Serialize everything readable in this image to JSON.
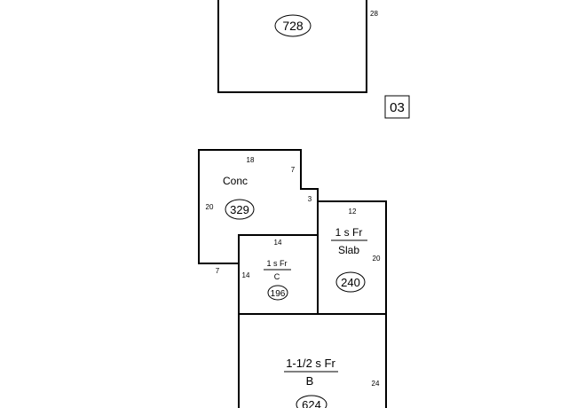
{
  "page_number": "03",
  "sections": [
    {
      "id": "upper",
      "area": "728",
      "dims": [
        "28"
      ]
    },
    {
      "id": "conc",
      "label": "Conc",
      "area": "329",
      "dims": [
        "18",
        "7",
        "3",
        "20",
        "7"
      ]
    },
    {
      "id": "one-story-slab",
      "label_top": "1 s Fr",
      "label_bottom": "Slab",
      "area": "240",
      "dims": [
        "12",
        "20"
      ]
    },
    {
      "id": "one-story-crawl",
      "label_top": "1 s Fr",
      "label_bottom": "C",
      "area": "196",
      "dims": [
        "14",
        "14"
      ]
    },
    {
      "id": "one-half-story-basement",
      "label_top": "1-1/2 s Fr",
      "label_bottom": "B",
      "area": "624",
      "dims": [
        "24"
      ]
    }
  ]
}
